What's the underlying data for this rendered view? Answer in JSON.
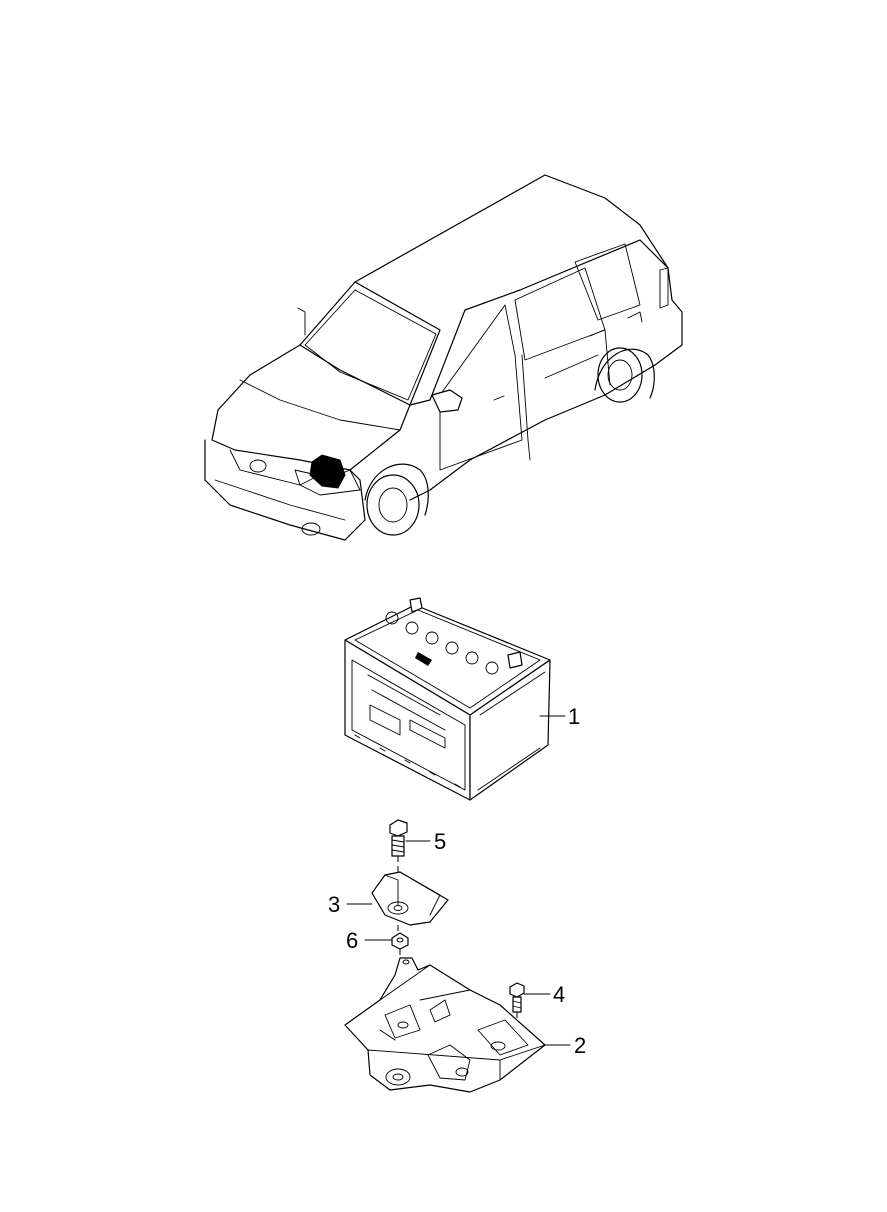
{
  "diagram": {
    "vehicle_illustration": "minivan-icon",
    "parts": [
      {
        "number": "1",
        "part": "battery"
      },
      {
        "number": "2",
        "part": "battery-tray"
      },
      {
        "number": "3",
        "part": "battery-clamp"
      },
      {
        "number": "4",
        "part": "tray-bolt"
      },
      {
        "number": "5",
        "part": "clamp-bolt"
      },
      {
        "number": "6",
        "part": "nut"
      }
    ]
  }
}
